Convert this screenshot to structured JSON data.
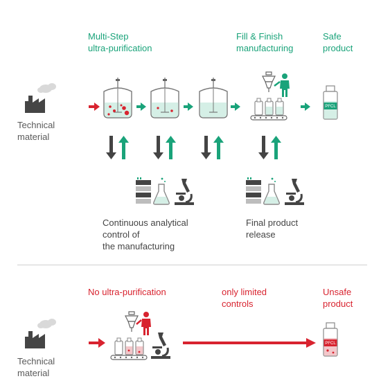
{
  "top": {
    "step1_label": "Multi-Step\nultra-purification",
    "step2_label": "Fill & Finish\nmanufacturing",
    "step3_label": "Safe\nproduct",
    "source_label": "Technical\nmaterial",
    "vial_label": "PFCL",
    "control_label": "Continuous analytical\ncontrol of\nthe manufacturing",
    "release_label": "Final product\nrelease"
  },
  "bottom": {
    "step1_label": "No ultra-purification",
    "step2_label": "only limited\ncontrols",
    "step3_label": "Unsafe\nproduct",
    "source_label": "Technical\nmaterial",
    "vial_label": "PFCL"
  },
  "colors": {
    "green": "#1aa37a",
    "red": "#d8232f",
    "dark": "#444444",
    "light_grey": "#bdbdbd",
    "liquid_green": "#d5efe6"
  }
}
